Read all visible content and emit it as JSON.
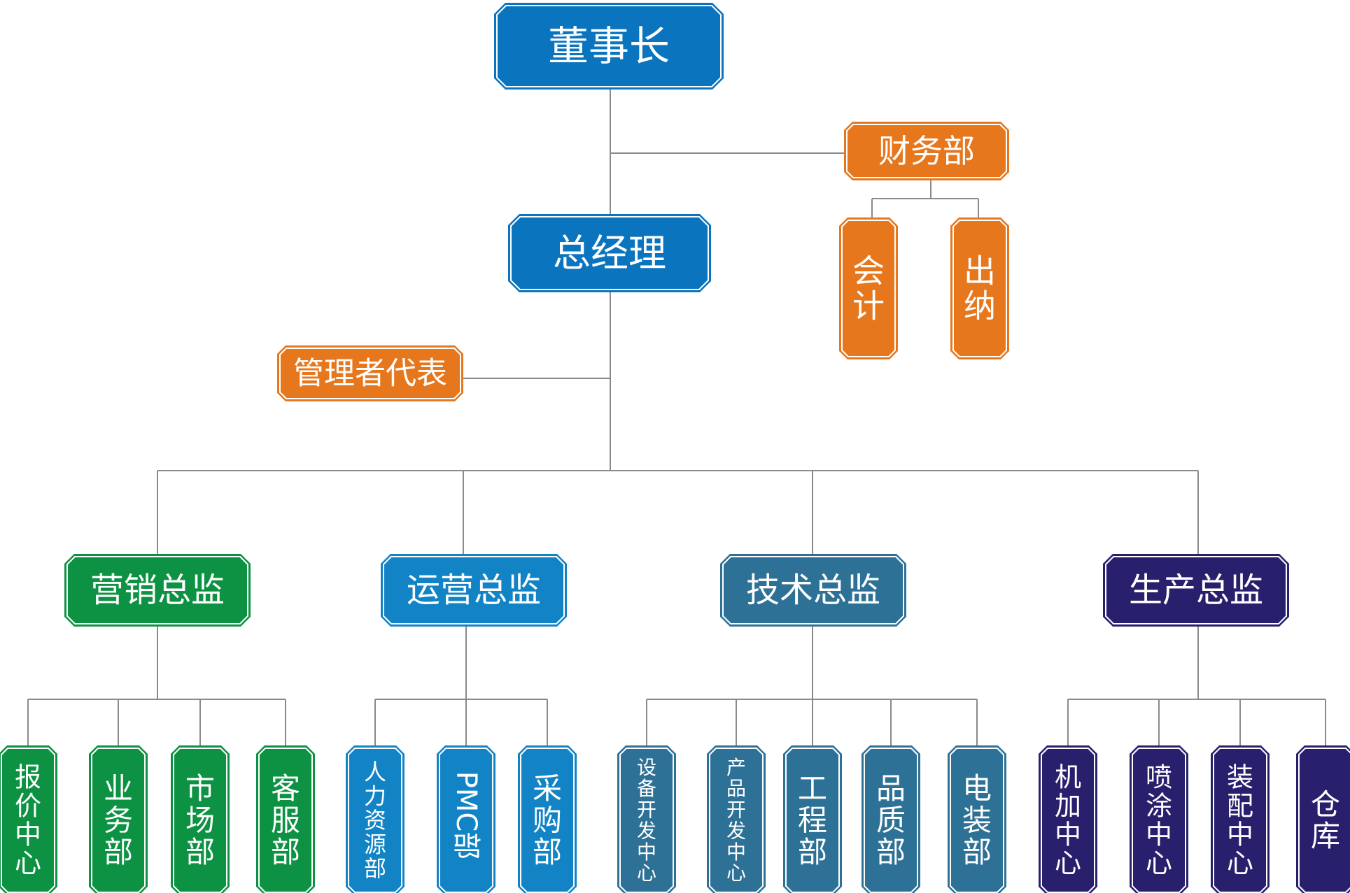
{
  "colors": {
    "blue": "#0a74bf",
    "orange": "#e7771d",
    "green": "#0d9243",
    "ops_blue": "#1284c6",
    "tech": "#2e7196",
    "prod": "#28206c",
    "line": "#8a8a8a"
  },
  "chairman": "董事长",
  "gm": "总经理",
  "finance": {
    "name": "财务部",
    "children": [
      "会计",
      "出纳"
    ]
  },
  "rep": "管理者代表",
  "directors": [
    {
      "name": "营销总监",
      "depts": [
        "报价中心",
        "业务部",
        "市场部",
        "客服部"
      ]
    },
    {
      "name": "运营总监",
      "depts": [
        "人力资源部",
        "PMC部",
        "采购部"
      ]
    },
    {
      "name": "技术总监",
      "depts": [
        "设备开发中心",
        "产品开发中心",
        "工程部",
        "品质部",
        "电装部"
      ]
    },
    {
      "name": "生产总监",
      "depts": [
        "机加中心",
        "喷涂中心",
        "装配中心",
        "仓库"
      ]
    }
  ]
}
